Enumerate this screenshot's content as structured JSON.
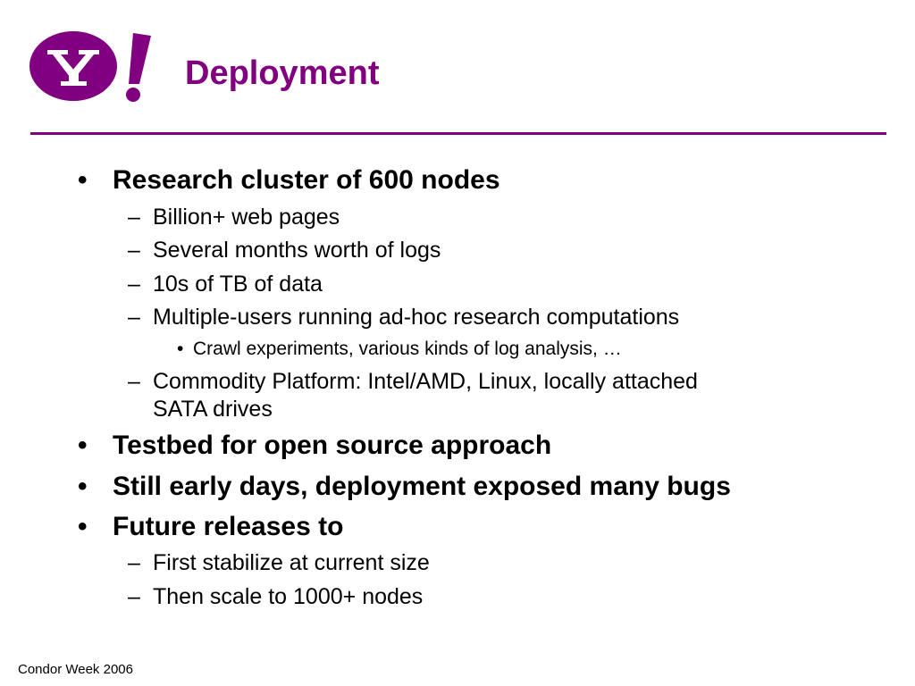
{
  "slide": {
    "title": "Deployment",
    "logo": {
      "text": "Y!",
      "color": "#800080"
    },
    "accent_color": "#800080",
    "markers": {
      "level1": "•",
      "level2": "–",
      "level3": "•"
    },
    "bullets": [
      {
        "text": "Research cluster of 600 nodes",
        "children": [
          {
            "text": "Billion+ web pages"
          },
          {
            "text": "Several months worth of logs"
          },
          {
            "text": "10s of TB of data"
          },
          {
            "text": "Multiple-users running ad-hoc research computations",
            "children": [
              {
                "text": "Crawl experiments, various kinds of log analysis, …"
              }
            ]
          },
          {
            "text": "Commodity Platform: Intel/AMD, Linux, locally attached",
            "continuation": "SATA drives"
          }
        ]
      },
      {
        "text": "Testbed for open source approach"
      },
      {
        "text": "Still early days, deployment exposed many bugs"
      },
      {
        "text": "Future releases to",
        "children": [
          {
            "text": "First stabilize at current size"
          },
          {
            "text": "Then scale to 1000+ nodes"
          }
        ]
      }
    ],
    "footer": "Condor Week 2006"
  }
}
